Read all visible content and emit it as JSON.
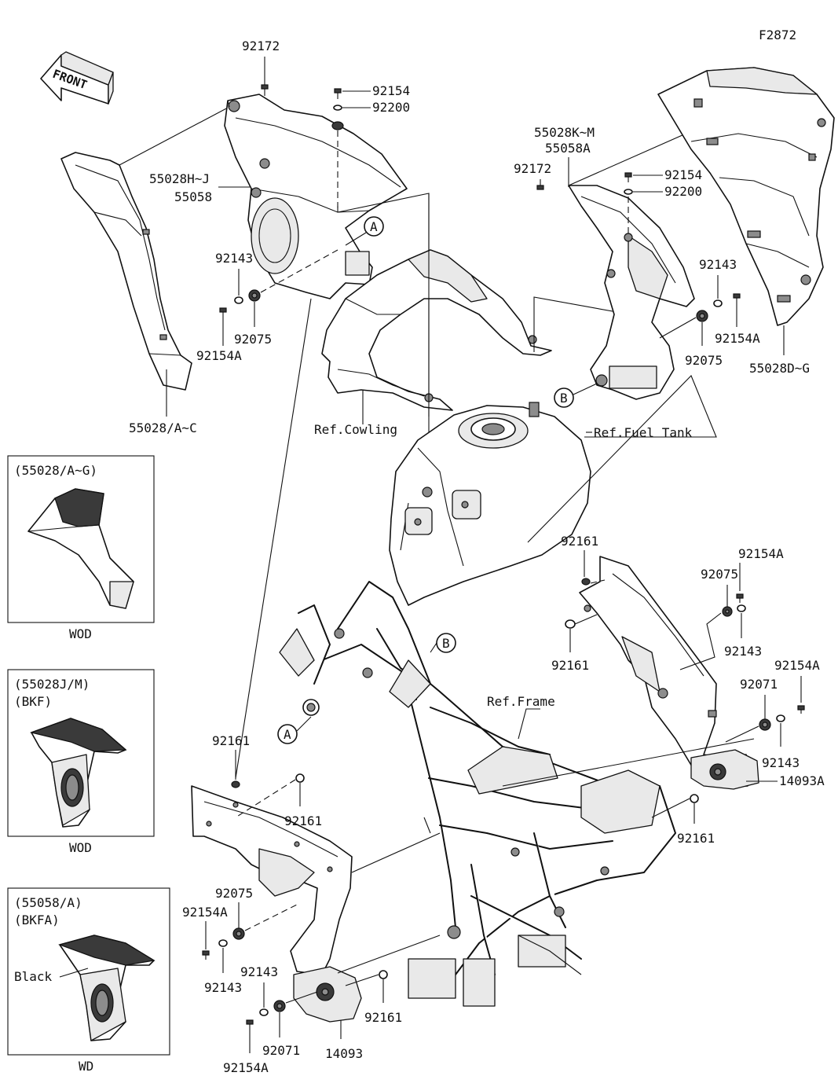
{
  "figure_code": "F2872",
  "front_label": "FRONT",
  "callouts": {
    "a": "A",
    "b": "B"
  },
  "references": {
    "cowling": "Ref.Cowling",
    "fuel_tank": "Ref.Fuel Tank",
    "frame": "Ref.Frame"
  },
  "part_numbers": {
    "p92172_left": "92172",
    "p92154_top_left": "92154",
    "p92200_top_left": "92200",
    "p55028hj": "55028H~J",
    "p55058": "55058",
    "p92143_upper_left": "92143",
    "p92075_upper_left": "92075",
    "p92154a_upper_left": "92154A",
    "p55028ac": "55028/A~C",
    "p55028km": "55028K~M",
    "p55058a": "55058A",
    "p92172_right": "92172",
    "p92154_top_right": "92154",
    "p92200_top_right": "92200",
    "p92143_upper_right": "92143",
    "p92075_upper_right": "92075",
    "p92154a_upper_right": "92154A",
    "p55028dg": "55028D~G",
    "p92161_r1": "92161",
    "p92161_r2": "92161",
    "p92154a_r3": "92154A",
    "p92075_r3": "92075",
    "p92143_r3": "92143",
    "p92154a_r4": "92154A",
    "p92071_r4": "92071",
    "p92143_r4": "92143",
    "p14093a": "14093A",
    "p92161_r5": "92161",
    "p92161_l1": "92161",
    "p92161_l2": "92161",
    "p92075_l3": "92075",
    "p92154a_l3": "92154A",
    "p92143_l3": "92143",
    "p92143_l4": "92143",
    "p92071_l4": "92071",
    "p92154a_l4": "92154A",
    "p14093": "14093",
    "p92161_l5": "92161"
  },
  "insets": [
    {
      "header": "(55028/A~G)",
      "sub": "",
      "footer": "WOD"
    },
    {
      "header": "(55028J/M)",
      "sub": "(BKF)",
      "footer": "WOD"
    },
    {
      "header": "(55058/A)",
      "sub": "(BKFA)",
      "footer": "WD",
      "note": "Black"
    }
  ]
}
